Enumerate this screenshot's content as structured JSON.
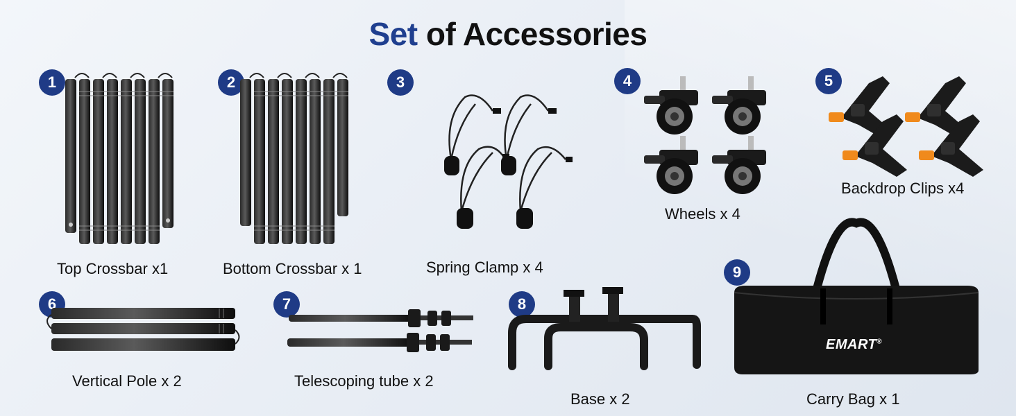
{
  "title": {
    "accent": "Set",
    "rest": " of Accessories"
  },
  "items": [
    {
      "number": "1",
      "label": "Top Crossbar x1"
    },
    {
      "number": "2",
      "label": "Bottom Crossbar x 1"
    },
    {
      "number": "3",
      "label": "Spring Clamp x 4"
    },
    {
      "number": "4",
      "label": "Wheels x 4"
    },
    {
      "number": "5",
      "label": "Backdrop Clips x4"
    },
    {
      "number": "6",
      "label": "Vertical Pole x 2"
    },
    {
      "number": "7",
      "label": "Telescoping tube x 2"
    },
    {
      "number": "8",
      "label": "Base x 2"
    },
    {
      "number": "9",
      "label": "Carry Bag x 1"
    }
  ],
  "bag_logo": {
    "text": "EMART",
    "mark": "®"
  },
  "colors": {
    "badge": "#1f3b86",
    "accent": "#1f3f8f",
    "clip_tip": "#f08a1c"
  }
}
